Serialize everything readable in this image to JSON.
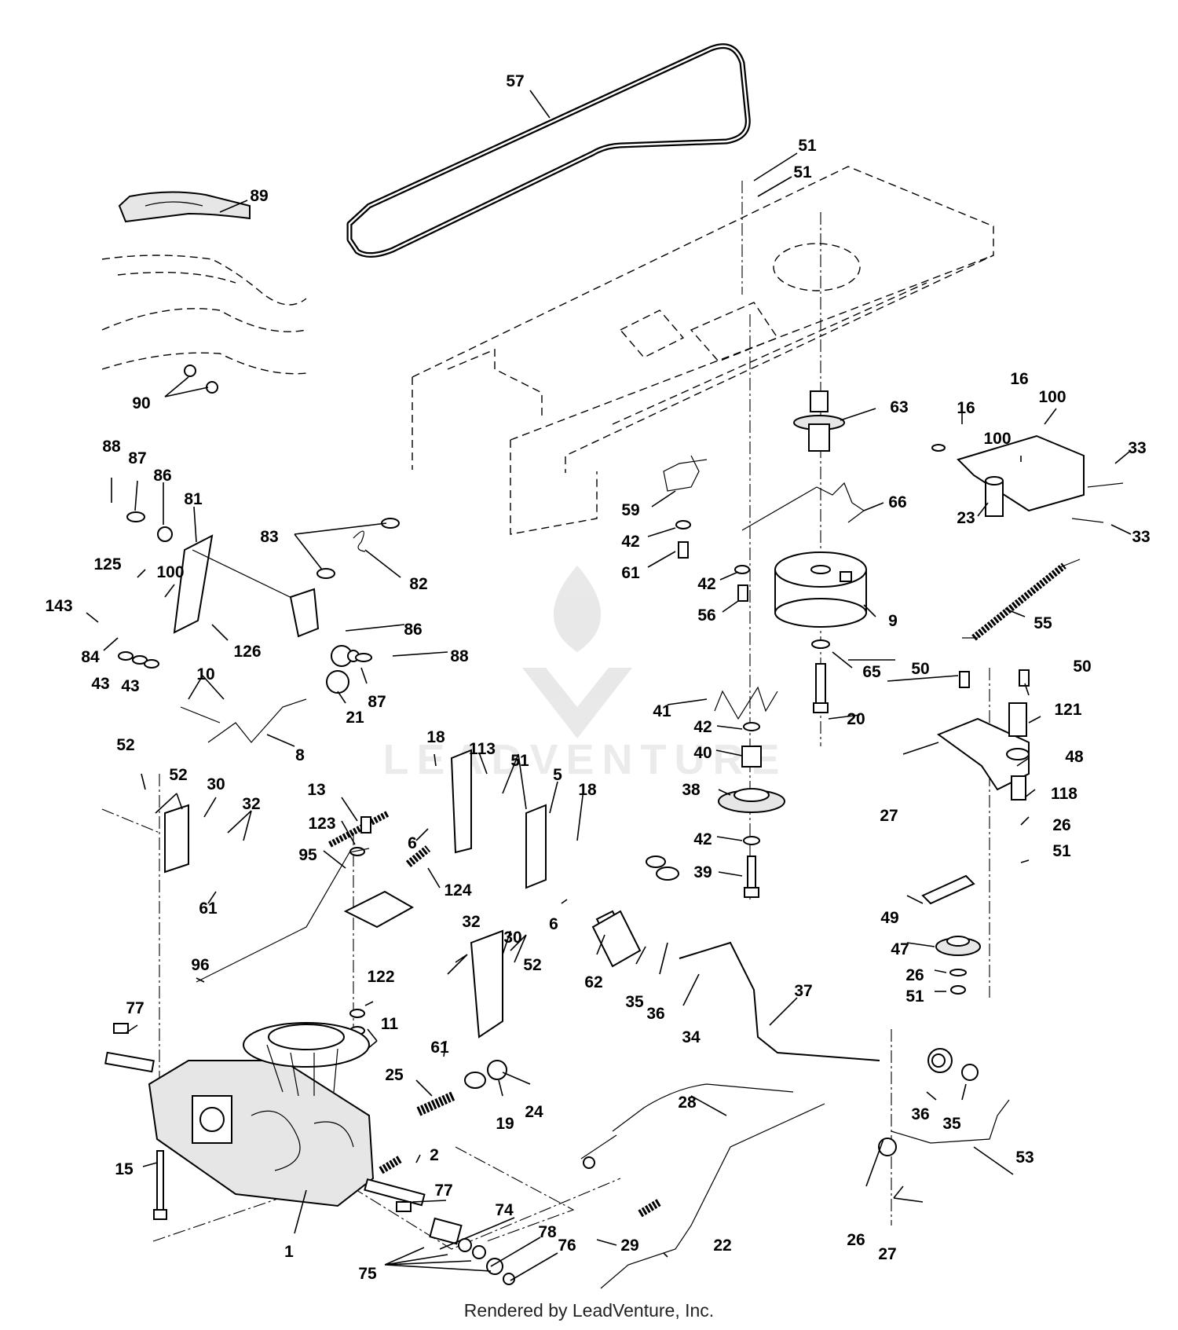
{
  "footer_text": "Rendered by LeadVenture, Inc.",
  "watermark_text": "LEADVENTURE",
  "callouts": [
    "57",
    "51",
    "51",
    "89",
    "90",
    "63",
    "16",
    "16",
    "100",
    "100",
    "33",
    "33",
    "23",
    "66",
    "59",
    "42",
    "61",
    "42",
    "56",
    "9",
    "55",
    "88",
    "87",
    "86",
    "81",
    "83",
    "82",
    "125",
    "100",
    "143",
    "86",
    "88",
    "84",
    "126",
    "43",
    "43",
    "87",
    "10",
    "21",
    "8",
    "65",
    "20",
    "50",
    "50",
    "121",
    "48",
    "41",
    "42",
    "40",
    "38",
    "42",
    "39",
    "18",
    "113",
    "51",
    "5",
    "18",
    "6",
    "6",
    "27",
    "118",
    "26",
    "51",
    "52",
    "52",
    "30",
    "32",
    "13",
    "123",
    "95",
    "124",
    "61",
    "49",
    "47",
    "26",
    "51",
    "62",
    "35",
    "36",
    "34",
    "37",
    "96",
    "122",
    "32",
    "30",
    "52",
    "11",
    "61",
    "77",
    "25",
    "24",
    "19",
    "28",
    "36",
    "35",
    "15",
    "2",
    "77",
    "53",
    "74",
    "29",
    "22",
    "26",
    "27",
    "1",
    "78",
    "76",
    "75"
  ]
}
